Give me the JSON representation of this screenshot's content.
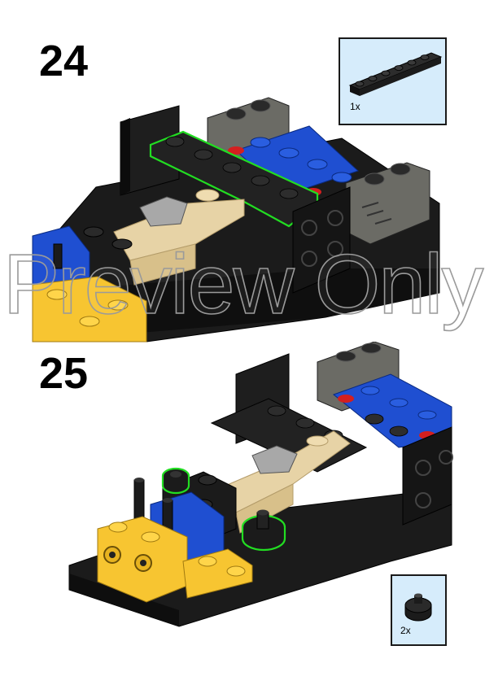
{
  "steps": [
    {
      "number": "24",
      "parts": [
        {
          "qty": "1x",
          "icon": "black-plate-1x6-icon"
        }
      ]
    },
    {
      "number": "25",
      "parts": [
        {
          "qty": "2x",
          "icon": "black-round-brick-icon"
        }
      ]
    }
  ],
  "watermark": "Preview Only",
  "colors": {
    "part_box_bg": "#d6ecfb",
    "highlight": "#22dd22",
    "black": "#1b1b1b",
    "yellow": "#f7c531",
    "blue": "#1f4fd1",
    "red": "#d41f1f",
    "tan": "#e7d3a6",
    "dark_gray": "#6b6b65",
    "light_gray": "#a8a8a8"
  }
}
